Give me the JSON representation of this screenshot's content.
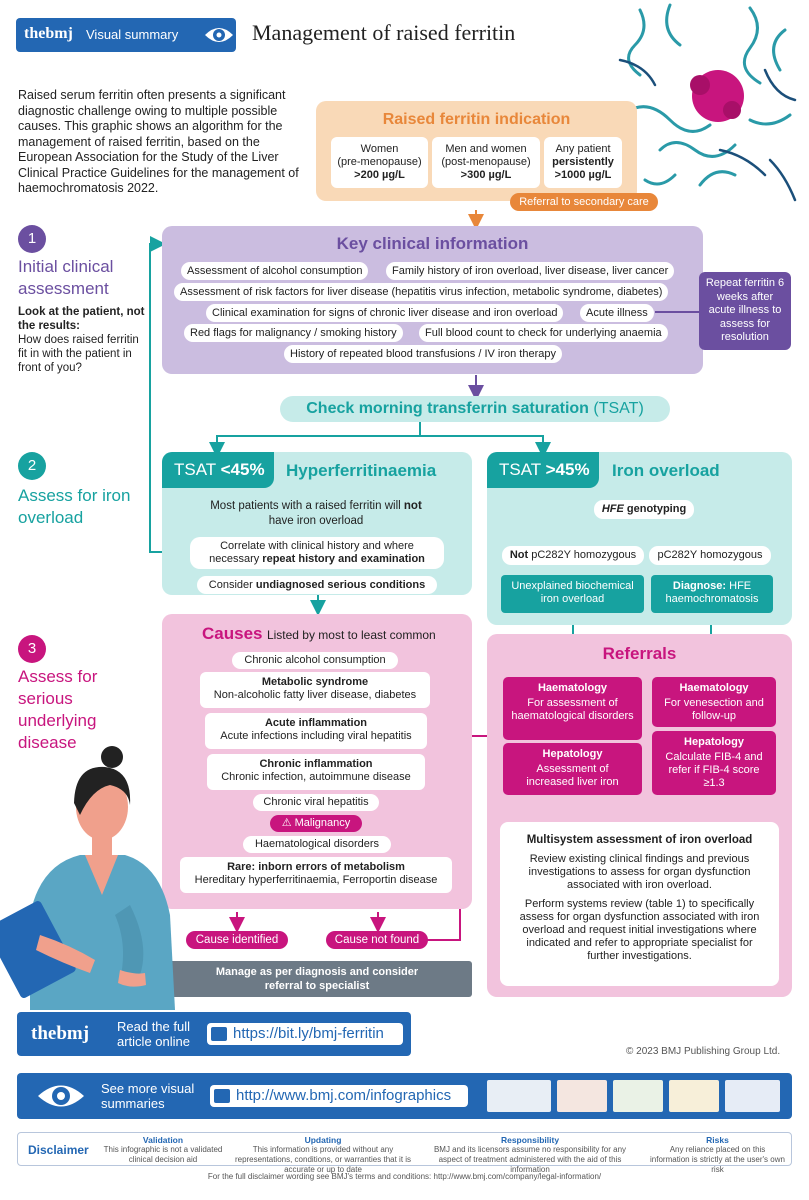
{
  "header": {
    "brand": "thebmj",
    "label": "Visual summary",
    "title": "Management of raised ferritin"
  },
  "intro": "Raised serum ferritin often presents a significant diagnostic challenge owing to multiple possible causes. This graphic shows an algorithm for the management of raised ferritin, based on the European Association for the Study of the Liver Clinical Practice Guidelines for the management of haemochromatosis 2022.",
  "indication": {
    "title": "Raised ferritin indication",
    "women": {
      "l1": "Women",
      "l2": "(pre-menopause)",
      "val": ">200 µg/L"
    },
    "men": {
      "l1": "Men and women",
      "l2": "(post-menopause)",
      "val": ">300 µg/L"
    },
    "any": {
      "l1": "Any patient",
      "l2": "persistently",
      "val": ">1000 µg/L"
    },
    "referral": "Referral to secondary care"
  },
  "steps": {
    "s1": {
      "num": "1",
      "head": "Initial clinical assessment",
      "bold": "Look at the patient, not the results:",
      "text": "How does raised ferritin fit in with the patient in front of you?"
    },
    "s2": {
      "num": "2",
      "head": "Assess for iron overload"
    },
    "s3": {
      "num": "3",
      "head": "Assess for serious underlying disease"
    }
  },
  "key": {
    "title": "Key clinical information",
    "items": [
      "Assessment of alcohol consumption",
      "Family history of iron overload, liver disease, liver cancer",
      "Assessment of risk factors for liver disease (hepatitis virus infection, metabolic syndrome, diabetes)",
      "Clinical examination for signs of chronic liver disease and iron overload",
      "Acute illness",
      "Red flags for malignancy / smoking history",
      "Full blood count to check for underlying anaemia",
      "History of repeated blood transfusions / IV iron therapy"
    ],
    "repeat": "Repeat ferritin 6 weeks after acute illness to assess for resolution"
  },
  "tsat_check": {
    "bold": "Check morning transferrin saturation",
    "abbr": "(TSAT)"
  },
  "hyper": {
    "tsat": "TSAT",
    "val": "<45%",
    "title": "Hyperferritinaemia",
    "p1a": "Most patients with a raised ferritin will",
    "p1b": "not",
    "p1c": "have iron overload",
    "correlate_a": "Correlate with clinical history and where necessary",
    "correlate_b": "repeat history and examination",
    "consider_a": "Consider",
    "consider_b": "undiagnosed serious conditions"
  },
  "overload": {
    "tsat": "TSAT",
    "val": ">45%",
    "title": "Iron overload",
    "geno_a": "HFE",
    "geno_b": "genotyping",
    "not_a": "Not",
    "not_b": "pC282Y homozygous",
    "yes": "pC282Y homozygous",
    "unexplained": "Unexplained biochemical iron overload",
    "diag_a": "Diagnose:",
    "diag_b": "HFE haemochromatosis"
  },
  "causes": {
    "title": "Causes",
    "subtitle": "Listed by most to least common",
    "c1": "Chronic alcohol consumption",
    "c2h": "Metabolic syndrome",
    "c2t": "Non-alcoholic fatty liver disease, diabetes",
    "c3h": "Acute inflammation",
    "c3t": "Acute infections including viral hepatitis",
    "c4h": "Chronic inflammation",
    "c4t": "Chronic infection, autoimmune disease",
    "c5": "Chronic viral hepatitis",
    "c6": "Malignancy",
    "c7": "Haematological disorders",
    "c8h": "Rare: inborn errors of metabolism",
    "c8t": "Hereditary hyperferritinaemia, Ferroportin disease",
    "identified": "Cause identified",
    "notfound": "Cause not found",
    "manage": "Manage as per diagnosis and consider referral to specialist"
  },
  "referrals": {
    "title": "Referrals",
    "r1h": "Haematology",
    "r1t": "For assessment of haematological disorders",
    "r2h": "Haematology",
    "r2t": "For venesection and follow-up",
    "r3h": "Hepatology",
    "r3t": "Assessment of increased liver iron",
    "r4h": "Hepatology",
    "r4t": "Calculate FIB-4 and refer if FIB-4 score ≥1.3",
    "multi_title": "Multisystem assessment of iron overload",
    "multi_p1": "Review existing clinical findings and previous investigations to assess for organ dysfunction associated with iron overload.",
    "multi_p2": "Perform systems review (table 1) to specifically assess for organ dysfunction associated with iron overload and request initial investigations where indicated and refer to appropriate specialist for further investigations."
  },
  "footer": {
    "read_a": "Read the full",
    "read_b": "article online",
    "url1": "https://bit.ly/bmj-ferritin",
    "copyright": "© 2023 BMJ Publishing Group Ltd.",
    "more_a": "See more visual",
    "more_b": "summaries",
    "url2": "http://www.bmj.com/infographics",
    "disclaimer": "Disclaimer",
    "d1h": "Validation",
    "d1t": "This infographic is not a validated clinical decision aid",
    "d2h": "Updating",
    "d2t": "This information is provided without any representations, conditions, or warranties that it is accurate or up to date",
    "d3h": "Responsibility",
    "d3t": "BMJ and its licensors assume no responsibility for any aspect of treatment administered with the aid of this information",
    "d4h": "Risks",
    "d4t": "Any reliance placed on this information is strictly at the user's own risk",
    "full": "For the full disclaimer wording see BMJ's terms and conditions: http://www.bmj.com/company/legal-information/"
  },
  "colors": {
    "purple": "#6b4fa0",
    "teal": "#17a2a0",
    "magenta": "#c8157e",
    "orange": "#e8873a",
    "blue": "#2367b3"
  }
}
